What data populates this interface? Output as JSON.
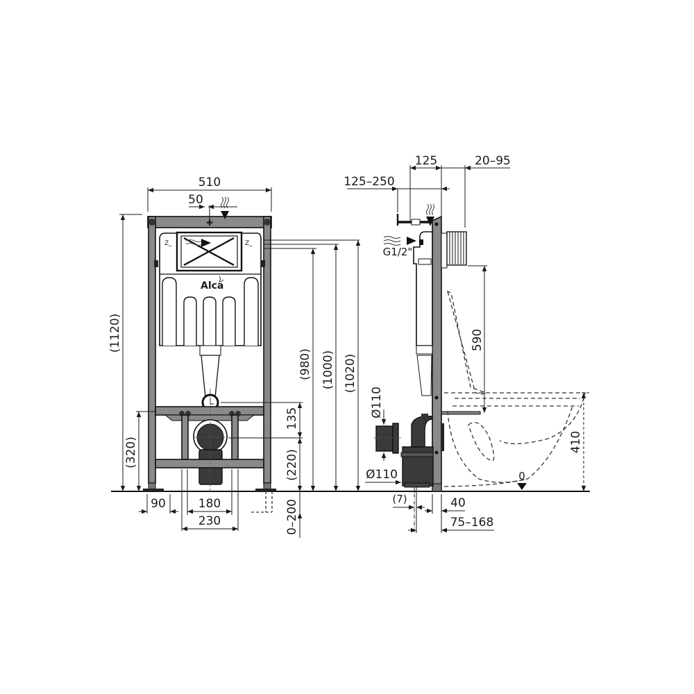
{
  "drawing": {
    "brand_label": "Alca",
    "floor_zero_label": "0",
    "inlet_thread_label": "G1/2\""
  },
  "front_view": {
    "dimensions": {
      "overall_width": "510",
      "flush_offset": "50",
      "overall_height": "(1120)",
      "frame_cross_bar_height": "(320)",
      "flush_height_980": "(980)",
      "flush_height_1000": "(1000)",
      "flush_height_1020": "(1020)",
      "drain_to_bolts": "135",
      "drain_height": "(220)",
      "foot_width": "90",
      "bolt_spacing_inner": "180",
      "bolt_spacing_outer": "230",
      "floor_adjust": "0–200"
    }
  },
  "side_view": {
    "dimensions": {
      "depth_125": "125",
      "front_offset": "20–95",
      "inlet_offset": "125–250",
      "button_to_bolt": "590",
      "pipe_diameter_top": "Ø110",
      "pipe_diameter_bottom": "Ø110",
      "pipe_gap": "(7)",
      "frame_depth": "40",
      "wall_offset": "75–168",
      "seat_height": "410"
    }
  }
}
